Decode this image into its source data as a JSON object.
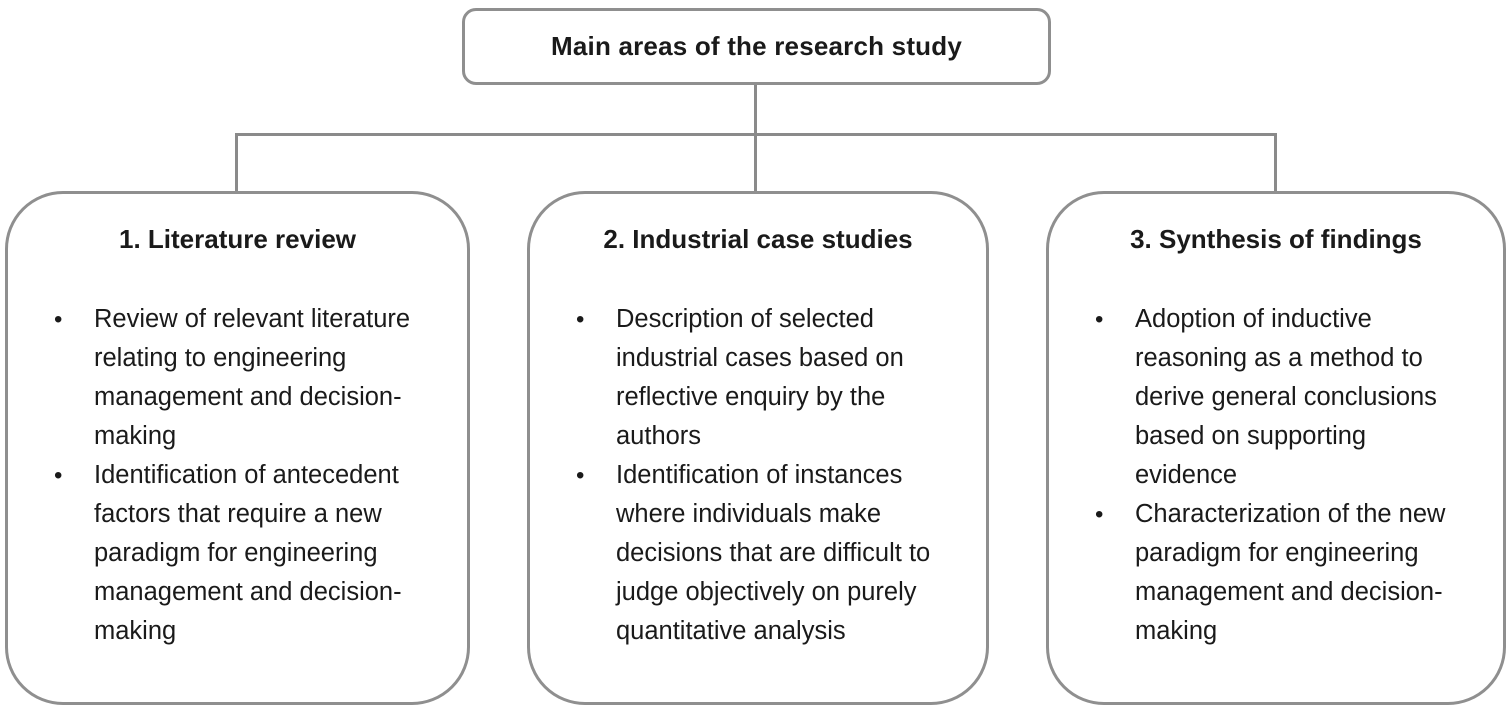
{
  "diagram": {
    "root": {
      "title": "Main areas of the research study"
    },
    "bullet_glyph": "•",
    "branches": [
      {
        "title": "1. Literature review",
        "bullets": [
          "Review of relevant literature relating to engineering management and decision-making",
          "Identification of antecedent factors that require a new paradigm for engineering management and decision-making"
        ]
      },
      {
        "title": "2. Industrial case studies",
        "bullets": [
          "Description of selected industrial cases based on reflective enquiry by the authors",
          "Identification of instances where individuals make decisions that are difficult to judge objectively on purely quantitative analysis"
        ]
      },
      {
        "title": "3. Synthesis of findings",
        "bullets": [
          "Adoption of inductive reasoning as a method to derive general conclusions based on supporting evidence",
          "Characterization of the new paradigm for engineering management and decision-making"
        ]
      }
    ],
    "colors": {
      "border": "#8f8f8f",
      "connector": "#8a8a8a",
      "text": "#1a1a1a",
      "background": "#ffffff"
    }
  }
}
